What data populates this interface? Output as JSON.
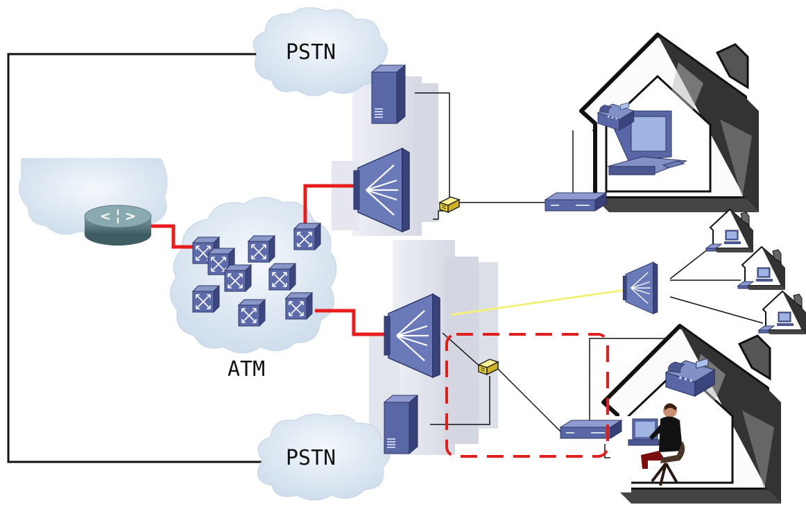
{
  "labels": {
    "pstn_top": "PSTN",
    "pstn_bottom": "PSTN",
    "atm": "ATM"
  },
  "colors": {
    "atm_link": "#e81c1c",
    "fiber_link": "#f4f17a",
    "copper_link": "#111111",
    "highlight_box": "#e01e1e",
    "device_blue": "#4a5c9a",
    "cloud_fill": "#dfe9f4",
    "building": "#e3e4ec"
  },
  "icons": {
    "router": "router-icon",
    "atm_switch": "atm-switch-icon",
    "dslam": "dslam-icon",
    "splitter": "splitter-icon",
    "modem": "modem-icon",
    "server": "server-icon",
    "phone": "telephone-icon",
    "computer": "computer-icon",
    "house": "house-icon",
    "user": "user-icon"
  }
}
